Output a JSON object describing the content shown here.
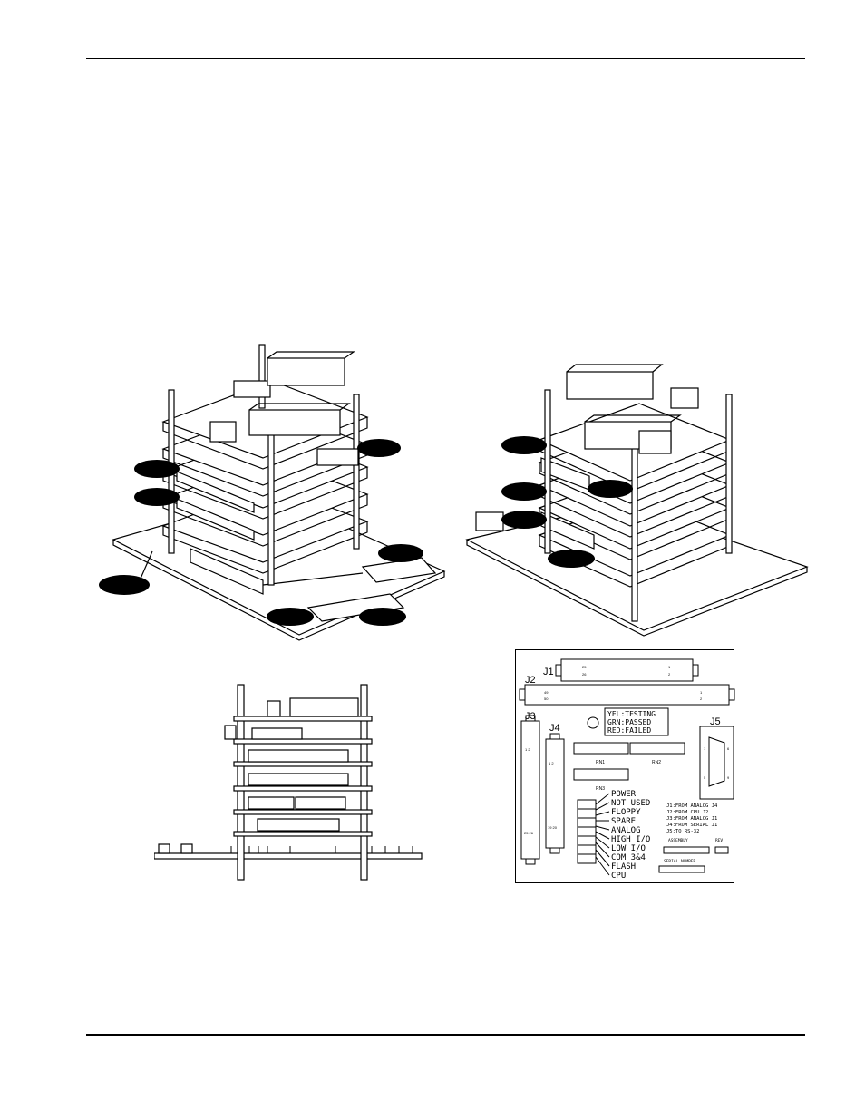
{
  "board_panel": {
    "connectors": {
      "j1": "J1",
      "j2": "J2",
      "j3": "J3",
      "j4": "J4",
      "j5": "J5",
      "j1_pin_a": "25",
      "j1_pin_b": "1",
      "j1_pin_c": "26",
      "j1_pin_d": "2",
      "j2_pin_a": "49",
      "j2_pin_b": "1",
      "j2_pin_c": "50",
      "j2_pin_d": "2",
      "j3_top": "1 2",
      "j3_bottom": "25 26",
      "j4_top": "1 2",
      "j4_bottom": "19 20",
      "j5_pin_1": "1",
      "j5_pin_6": "6",
      "j5_pin_5": "5",
      "j5_pin_9": "9"
    },
    "status_legend": [
      "YEL:TESTING",
      "GRN:PASSED",
      "RED:FAILED"
    ],
    "resistor_networks": [
      "RN1",
      "RN2",
      "RN3"
    ],
    "led_labels": [
      "POWER",
      "NOT USED",
      "FLOPPY",
      "SPARE",
      "ANALOG",
      "HIGH I/O",
      "LOW I/O",
      "COM 3&4",
      "FLASH",
      "CPU"
    ],
    "connection_notes": [
      "J1:FROM ANALOG J4",
      "J2:FROM CPU J2",
      "J3:FROM ANALOG J1",
      "J4:FROM SERIAL J1",
      "J5:TO RS-32"
    ],
    "assembly_label": "ASSEMBLY",
    "rev_label": "REV",
    "serial_label": "SERIAL NUMBER"
  }
}
